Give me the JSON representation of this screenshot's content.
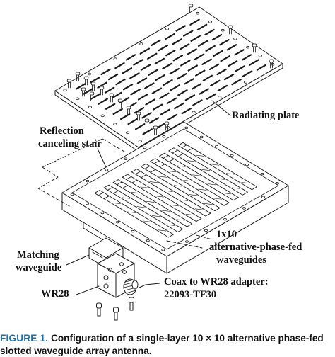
{
  "labels": {
    "radiating_plate": "Radiating plate",
    "reflection_line1": "Reflection",
    "reflection_line2": "canceling stair",
    "array_line1": "1x10",
    "array_line2": "alternative-phase-fed",
    "array_line3": "waveguides",
    "matching_line1": "Matching",
    "matching_line2": "waveguide",
    "wr28": "WR28",
    "adapter_line1": "Coax to WR28 adapter:",
    "adapter_line2": "22093-TF30"
  },
  "caption": {
    "figure_number": "FIGURE 1.",
    "line1_text": "Configuration of a single-layer 10 × 10 alternative phase-fed",
    "line2_text": "slotted waveguide array antenna."
  },
  "colors": {
    "figure_number": "#1a6fa8",
    "line_art": "#1a1a1a"
  }
}
